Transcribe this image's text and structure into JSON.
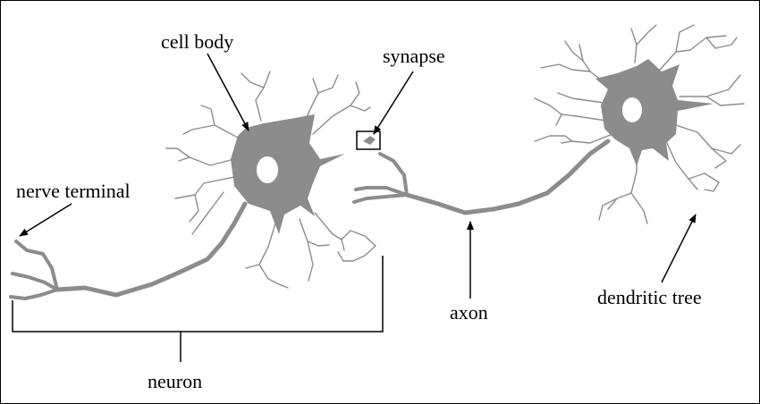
{
  "labels": {
    "cell_body": "cell body",
    "synapse": "synapse",
    "nerve_terminal": "nerve terminal",
    "axon": "axon",
    "dendritic_tree": "dendritic tree",
    "neuron": "neuron"
  },
  "colors": {
    "neuron_fill": "#8c8c8c",
    "dendrite": "#8c8c8c",
    "line": "#000000",
    "background": "#ffffff"
  }
}
